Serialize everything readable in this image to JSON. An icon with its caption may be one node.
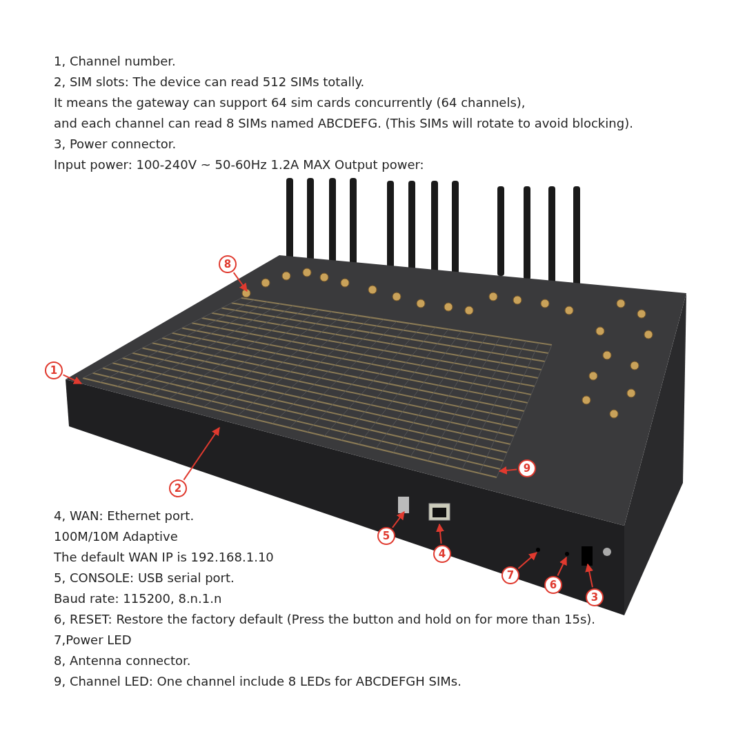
{
  "diagram": {
    "nodes": [
      {
        "text": [
          "8"
        ]
      },
      {
        "text": [
          "1"
        ]
      },
      {
        "text": [
          "9"
        ]
      },
      {
        "text": [
          "2"
        ]
      },
      {
        "text": [
          "5"
        ]
      },
      {
        "text": [
          "4"
        ]
      },
      {
        "text": [
          "7"
        ]
      },
      {
        "text": [
          "6"
        ]
      },
      {
        "text": [
          "3"
        ]
      }
    ],
    "edges": [
      {
        "from": 0,
        "to": null,
        "arrow": "to"
      },
      {
        "from": 1,
        "to": null,
        "arrow": "to"
      },
      {
        "from": 2,
        "to": null,
        "arrow": "to"
      },
      {
        "from": 3,
        "to": null,
        "arrow": "to"
      },
      {
        "from": 4,
        "to": null,
        "arrow": "to"
      },
      {
        "from": 5,
        "to": null,
        "arrow": "to"
      },
      {
        "from": 6,
        "to": null,
        "arrow": "to"
      },
      {
        "from": 7,
        "to": null,
        "arrow": "to"
      },
      {
        "from": 8,
        "to": null,
        "arrow": "to"
      }
    ],
    "labels": [
      "1, Channel number.",
      "2, SIM slots: The device can read 512 SIMs totally.",
      "It means the gateway can support 64 sim cards concurrently (64 channels),",
      "and each channel can read 8 SIMs named ABCDEFG. (This SIMs will rotate to avoid blocking).",
      "3, Power connector.",
      "Input power: 100-240V ~ 50-60Hz 1.2A MAX Output power:",
      "4, WAN: Ethernet port.",
      "100M/10M Adaptive",
      "The default WAN IP is 192.168.1.10",
      "5, CONSOLE: USB serial port.",
      "Baud rate: 115200, 8.n.1.n",
      "6, RESET: Restore the factory default (Press the button and hold on for more than 15s).",
      "7,Power LED",
      "8, Antenna connector.",
      "9, Channel LED: One channel include 8 LEDs for ABCDEFGH SIMs."
    ]
  }
}
